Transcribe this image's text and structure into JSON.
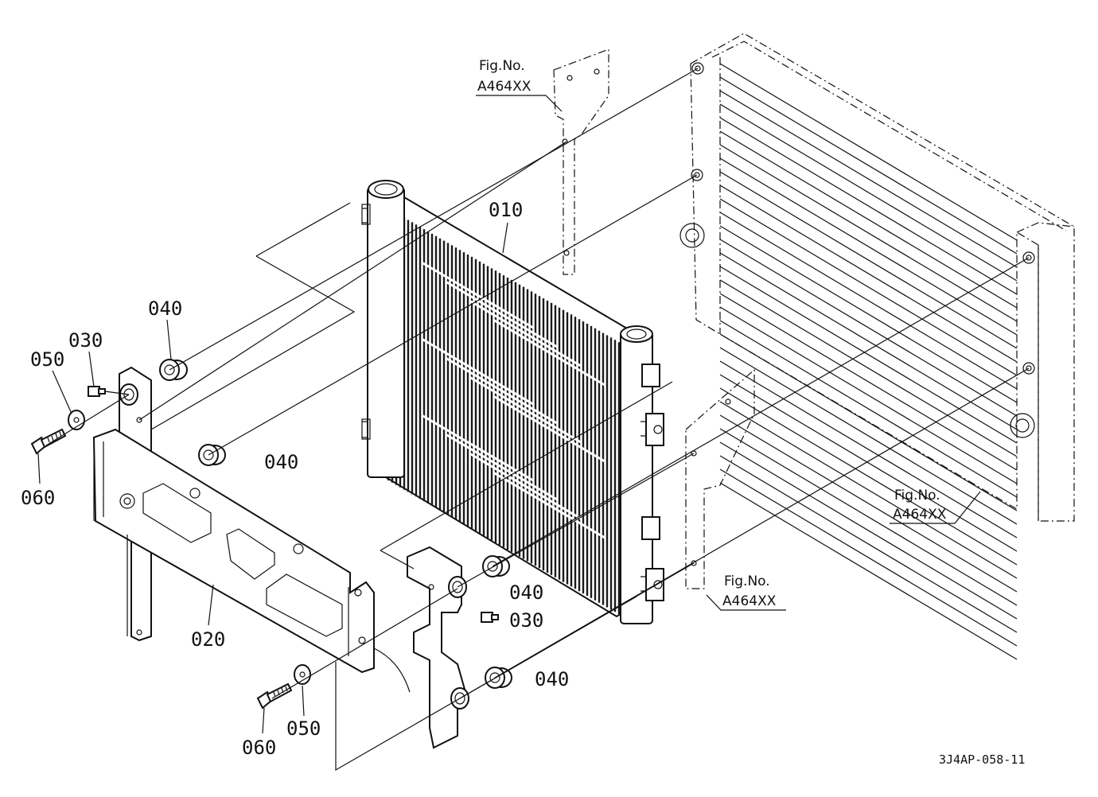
{
  "part_labels": {
    "p010": "010",
    "p020": "020",
    "p030_left": "030",
    "p030_right": "030",
    "p040_top": "040",
    "p040_mid": "040",
    "p040_right_upper": "040",
    "p040_right_lower": "040",
    "p050_left": "050",
    "p050_right": "050",
    "p060_left": "060",
    "p060_right": "060"
  },
  "references": {
    "top": {
      "fig": "Fig.No.",
      "code": "A464XX"
    },
    "radiator": {
      "fig": "Fig.No.",
      "code": "A464XX"
    },
    "bracket": {
      "fig": "Fig.No.",
      "code": "A464XX"
    }
  },
  "drawing_code": "3J4AP-058-11"
}
